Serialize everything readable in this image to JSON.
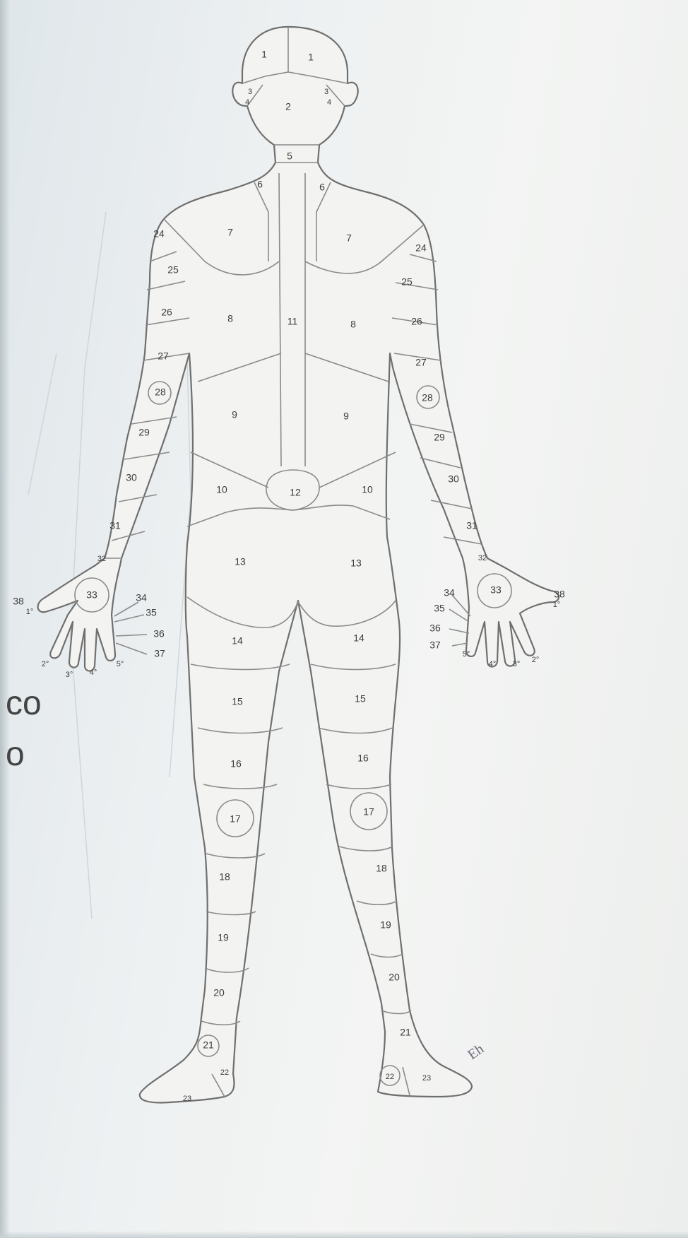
{
  "figure": {
    "labels": {
      "head_l": "1",
      "head_r": "1",
      "face": "2",
      "ear_l_top": "3",
      "ear_l_bot": "4",
      "ear_r_top": "3",
      "ear_r_bot": "4",
      "neck": "5",
      "trap_l": "6",
      "trap_r": "6",
      "scap_l": "7",
      "scap_r": "7",
      "back_l": "8",
      "back_r": "8",
      "spine": "11",
      "low_l": "9",
      "low_r": "9",
      "lumbar_l": "10",
      "lumbar_r": "10",
      "sacrum": "12",
      "glut_l": "13",
      "glut_r": "13",
      "thigh1_l": "14",
      "thigh1_r": "14",
      "thigh2_l": "15",
      "thigh2_r": "15",
      "thigh3_l": "16",
      "thigh3_r": "16",
      "knee_l": "17",
      "knee_r": "17",
      "calf1_l": "18",
      "calf1_r": "18",
      "calf2_l": "19",
      "calf2_r": "19",
      "calf3_l": "20",
      "calf3_r": "20",
      "ankle_l": "21",
      "ankle_r": "21",
      "heel_l": "22",
      "heel_r": "22",
      "sole_l": "23",
      "sole_r": "23",
      "shoulder_l": "24",
      "shoulder_r": "24",
      "arm1_l": "25",
      "arm1_r": "25",
      "arm2_l": "26",
      "arm2_r": "26",
      "arm3_l": "27",
      "arm3_r": "27",
      "elbow_l": "28",
      "elbow_r": "28",
      "fore1_l": "29",
      "fore1_r": "29",
      "fore2_l": "30",
      "fore2_r": "30",
      "fore3_l": "31",
      "fore3_r": "31",
      "wrist_l": "32",
      "wrist_r": "32",
      "palm_l": "33",
      "palm_r": "33",
      "f34_l": "34",
      "f34_r": "34",
      "f35_l": "35",
      "f35_r": "35",
      "f36_l": "36",
      "f36_r": "36",
      "f37_l": "37",
      "f37_r": "37",
      "f38_l": "38",
      "f38_r": "38",
      "d1_l": "1°",
      "d1_r": "1°",
      "d2_l": "2°",
      "d2_r": "2°",
      "d3_l": "3°",
      "d3_r": "3°",
      "d4_l": "4°",
      "d4_r": "4°",
      "d5_l": "5°",
      "d5_r": "5°"
    },
    "signature_text": "Eh",
    "margin_marks": [
      "co",
      "o"
    ]
  }
}
